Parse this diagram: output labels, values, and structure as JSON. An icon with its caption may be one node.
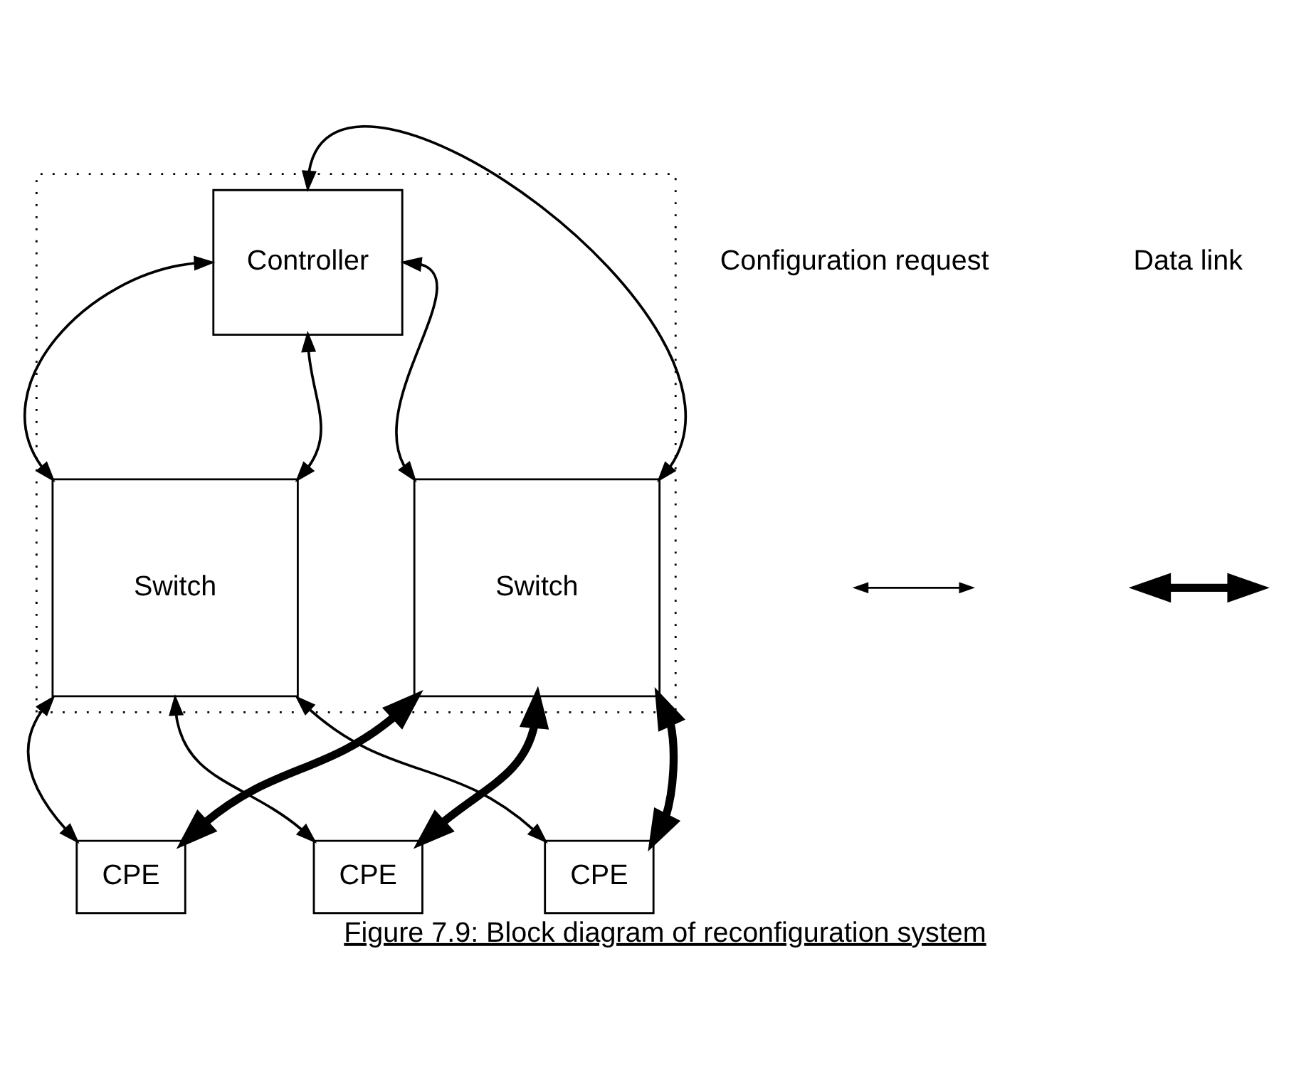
{
  "diagram": {
    "caption": "Figure 7.9: Block diagram of reconfiguration system",
    "nodes": [
      {
        "text": [],
        "shape": "box"
      },
      {
        "text": [
          "Controller"
        ],
        "in": 0
      },
      {
        "text": [
          "Switch"
        ],
        "in": 0
      },
      {
        "text": [
          "Switch"
        ],
        "in": 0
      },
      {
        "text": [
          "CPE"
        ]
      },
      {
        "text": [
          "CPE"
        ]
      },
      {
        "text": [
          "CPE"
        ]
      }
    ],
    "edges": [
      {
        "from": 1,
        "to": 2,
        "arrow": "both"
      },
      {
        "from": 1,
        "to": 2,
        "arrow": "both"
      },
      {
        "from": 1,
        "to": 3,
        "arrow": "both"
      },
      {
        "from": 1,
        "to": 3,
        "arrow": "both"
      },
      {
        "from": 2,
        "to": 4,
        "arrow": "both"
      },
      {
        "from": 2,
        "to": 5,
        "arrow": "both"
      },
      {
        "from": 2,
        "to": 6,
        "arrow": "both"
      },
      {
        "from": 3,
        "to": 4,
        "arrow": "both",
        "style": "thick"
      },
      {
        "from": 3,
        "to": 5,
        "arrow": "both",
        "style": "thick"
      },
      {
        "from": 3,
        "to": 6,
        "arrow": "both",
        "style": "thick"
      }
    ],
    "legend": [
      {
        "text": "Configuration request"
      },
      {
        "text": "Data link"
      }
    ]
  }
}
